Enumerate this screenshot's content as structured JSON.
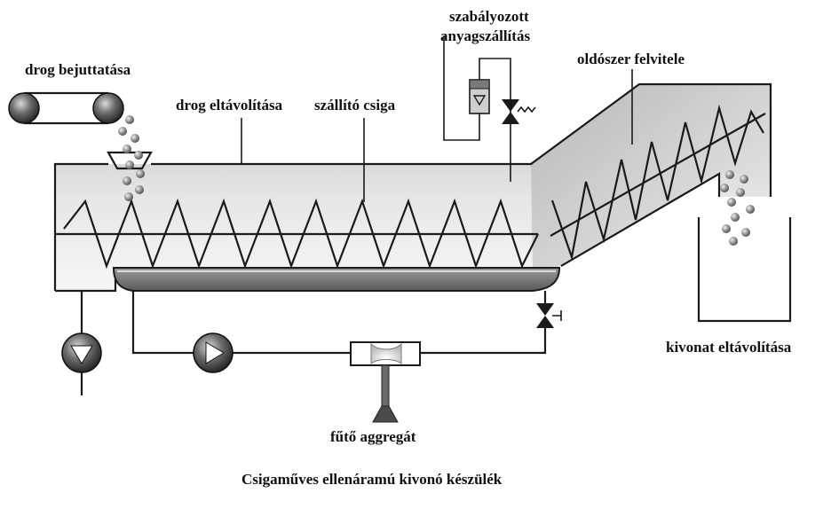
{
  "diagram": {
    "labels": {
      "drog_input": "drog bejuttatása",
      "drog_removal": "drog eltávolítása",
      "conveyor_screw": "szállító csiga",
      "regulated_feed_line1": "szabályozott",
      "regulated_feed_line2": "anyagszállítás",
      "solvent_input": "oldószer felvitele",
      "extract_removal": "kivonat eltávolítása",
      "heater": "fűtő aggregát"
    },
    "caption": "Csigaműves ellenáramú kivonó készülék"
  }
}
